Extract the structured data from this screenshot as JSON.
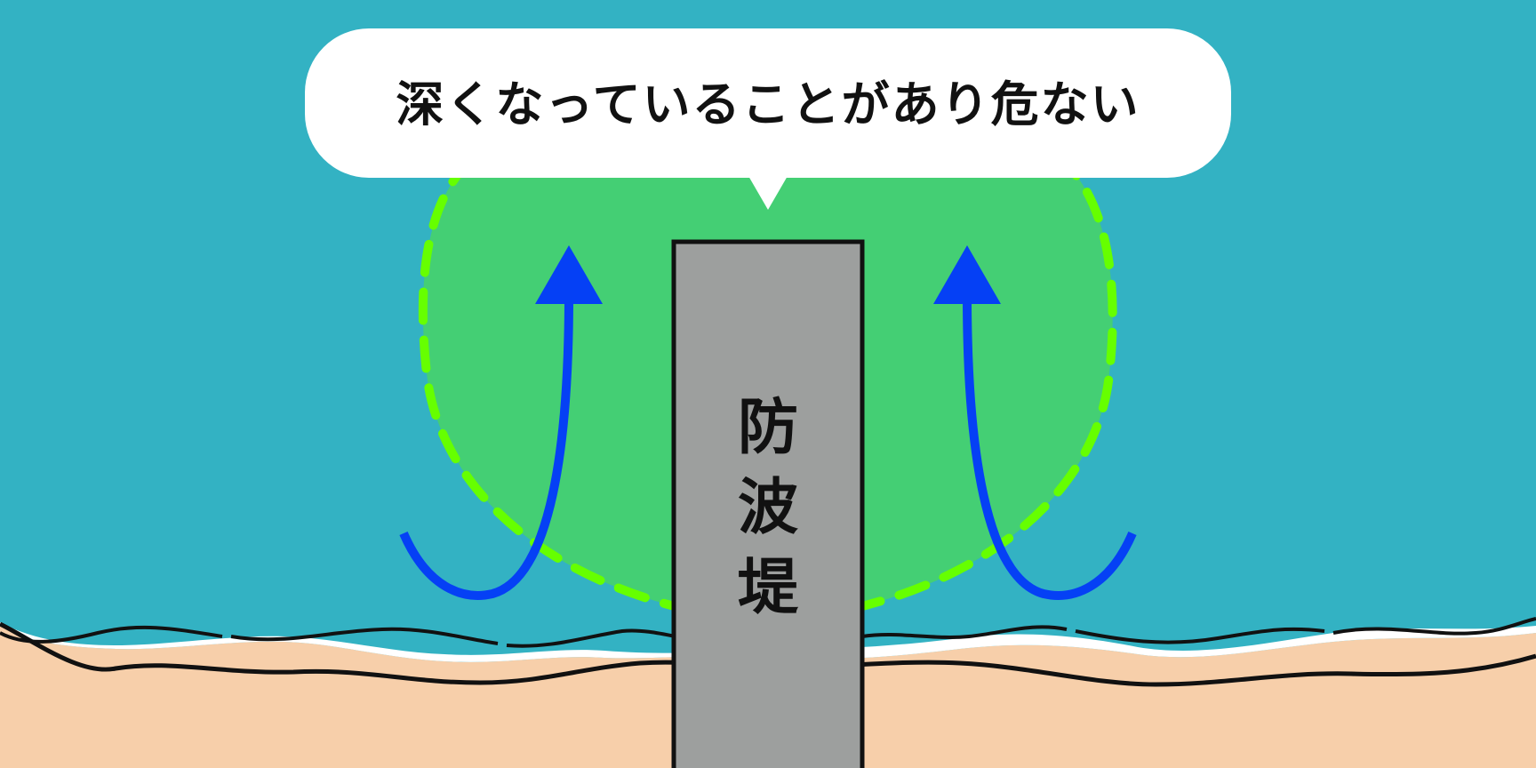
{
  "speech_bubble": {
    "text": "深くなっていることがあり危ない"
  },
  "breakwater": {
    "label_chars": [
      "防",
      "波",
      "堤"
    ]
  },
  "colors": {
    "sea": "#33B2C3",
    "sand": "#F7CFAA",
    "danger_zone_fill": "#44CF74",
    "danger_zone_outline": "#66FF00",
    "current_arrow": "#0540F5",
    "breakwater": "#9D9F9E",
    "outline": "#111111",
    "bubble": "#FFFFFF"
  },
  "icons": {
    "arrows": [
      "current-up-arrow-icon",
      "current-up-arrow-icon"
    ]
  }
}
